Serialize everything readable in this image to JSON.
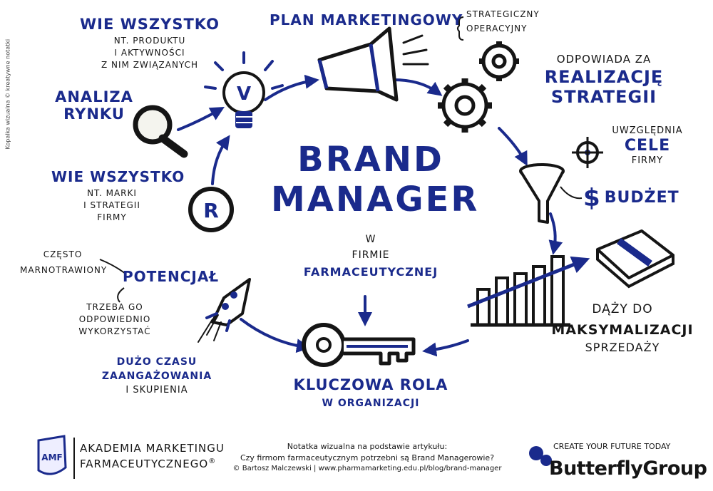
{
  "center": {
    "title1": "BRAND",
    "title2": "MANAGER",
    "sub1": "W",
    "sub2": "FIRMIE",
    "sub3": "FARMACEUTYCZNEJ"
  },
  "plan": {
    "title": "PLAN MARKETINGOWY",
    "opt1": "STRATEGICZNY",
    "opt2": "OPERACYJNY"
  },
  "wie_produkt": {
    "title": "WIE WSZYSTKO",
    "l1": "NT. PRODUKTU",
    "l2": "I AKTYWNOŚCI",
    "l3": "Z NIM ZWIĄZANYCH"
  },
  "analiza": {
    "l1": "ANALIZA",
    "l2": "RYNKU"
  },
  "wie_marka": {
    "title": "WIE WSZYSTKO",
    "l1": "NT. MARKI",
    "l2": "I STRATEGII",
    "l3": "FIRMY"
  },
  "odpowiada": {
    "l1": "ODPOWIADA ZA",
    "l2": "REALIZACJĘ",
    "l3": "STRATEGII"
  },
  "uwzglednia": {
    "l1": "UWZGLĘDNIA",
    "l2": "CELE",
    "l3": "FIRMY"
  },
  "budzet": {
    "symbol": "$",
    "label": "BUDŻET"
  },
  "dazy": {
    "l1": "DĄŻY DO",
    "l2": "MAKSYMALIZACJI",
    "l3": "SPRZEDAŻY"
  },
  "potencjal": {
    "left1": "CZĘSTO",
    "left2": "MARNOTRAWIONY",
    "title": "POTENCJAŁ",
    "b1": "TRZEBA GO",
    "b2": "ODPOWIEDNIO",
    "b3": "WYKORZYSTAĆ"
  },
  "duzo": {
    "l1": "DUŻO CZASU",
    "l2": "ZAANGAŻOWANIA",
    "l3": "I SKUPIENIA"
  },
  "kluczowa": {
    "l1": "KLUCZOWA ROLA",
    "l2": "W ORGANIZACJI"
  },
  "icons": {
    "r_letter": "R",
    "bulb_letter": "V",
    "amf_badge": "AMF"
  },
  "side_note": "Kopalka wizualna © kreatywne notatki",
  "footer": {
    "akademia1": "AKADEMIA MARKETINGU",
    "akademia2": "FARMACEUTYCZNEGO",
    "registered": "®",
    "note1": "Notatka wizualna na podstawie artykułu:",
    "note2": "Czy firmom farmaceutycznym potrzebni są Brand Managerowie?",
    "note3": "© Bartosz Malczewski | www.pharmamarketing.edu.pl/blog/brand-manager",
    "tagline": "CREATE YOUR FUTURE TODAY",
    "butterfly": "ButterflyGroup"
  },
  "colors": {
    "accent": "#1a2a8c",
    "ink": "#151515",
    "shadow": "#d9d9c4"
  }
}
